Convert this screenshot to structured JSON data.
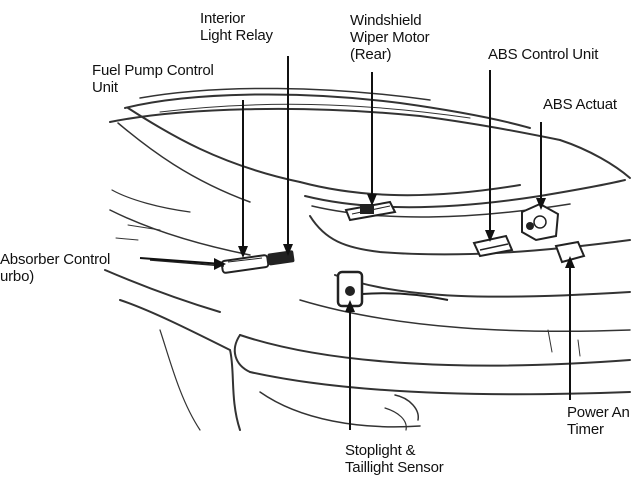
{
  "labels": {
    "interior_light_relay": [
      "Interior",
      "Light Relay"
    ],
    "windshield_wiper_motor": [
      "Windshield",
      "Wiper Motor",
      "(Rear)"
    ],
    "fuel_pump_control_unit": [
      "Fuel Pump Control",
      "Unit"
    ],
    "abs_control_unit": [
      "ABS Control Unit"
    ],
    "abs_actuator": [
      "ABS Actuat"
    ],
    "shock_absorber_control": [
      "Absorber Control",
      "urbo)"
    ],
    "power_antenna_timer": [
      "Power An",
      "Timer"
    ],
    "stoplight_taillight_sensor": [
      "Stoplight &",
      "Taillight Sensor"
    ]
  },
  "colors": {
    "ink": "#111111",
    "background": "#ffffff",
    "line_art": "#333333"
  }
}
